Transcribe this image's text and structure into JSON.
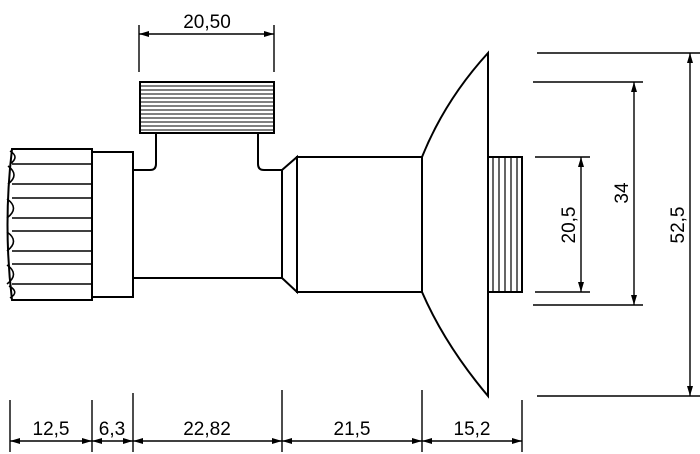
{
  "dimensions": {
    "top_width": "20,50",
    "right_inner": "20,5",
    "right_middle": "34",
    "right_outer": "52,5",
    "bottom": [
      "12,5",
      "6,3",
      "22,82",
      "21,5",
      "15,2"
    ]
  },
  "colors": {
    "line": "#000000",
    "background": "#ffffff"
  }
}
